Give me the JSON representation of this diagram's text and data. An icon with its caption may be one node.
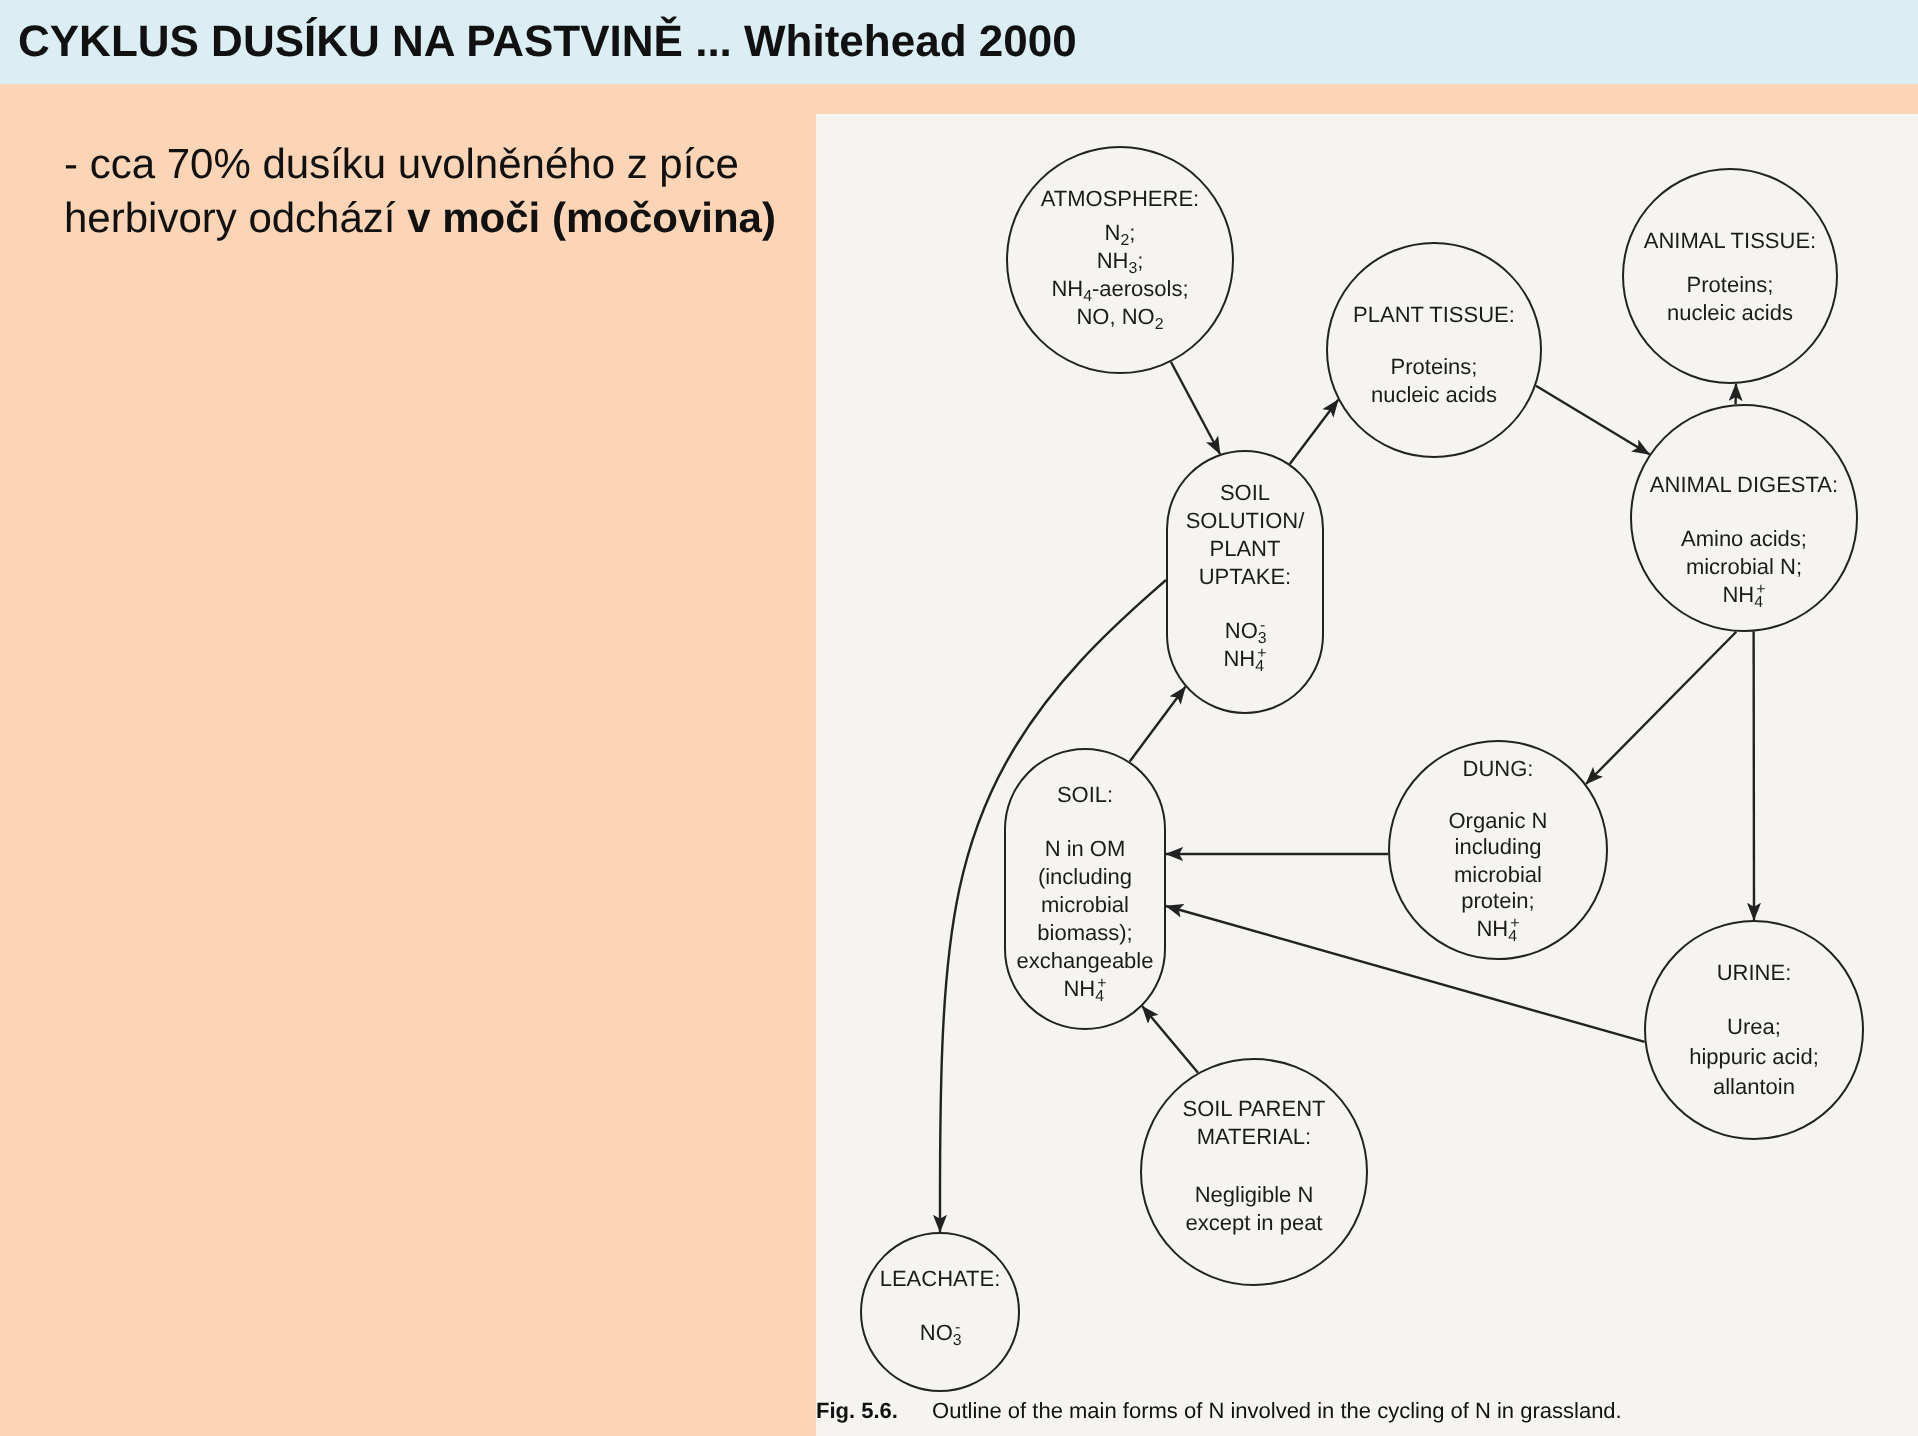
{
  "diagram": {
    "title": "CYKLUS DUSÍKU NA PASTVINĚ ... Whitehead 2000",
    "caption": "**Fig. 5.6.** Outline of the main forms of N involved in the cycling of N in grassland.",
    "nodes": [
      {
        "text": [
          "ATMOSPHERE:",
          "N$_{2}$; NH$_{3}$; NH$_{4}$-aerosols; NO, NO$_{2}$"
        ]
      },
      {
        "text": [
          "PLANT TISSUE:",
          "Proteins; nucleic acids"
        ]
      },
      {
        "text": [
          "ANIMAL TISSUE:",
          "Proteins; nucleic acids"
        ]
      },
      {
        "text": [
          "SOIL SOLUTION/ PLANT UPTAKE:",
          "NO$_{3}$$^{-}$ NH$_{4}$$^{+}$"
        ]
      },
      {
        "text": [
          "ANIMAL DIGESTA:",
          "Amino acids; microbial N; NH$_{4}$$^{+}$"
        ]
      },
      {
        "text": [
          "SOIL:",
          "N in OM (including microbial biomass); exchangeable NH$_{4}$$^{+}$"
        ]
      },
      {
        "text": [
          "DUNG:",
          "Organic N including microbial protein; NH$_{4}$$^{+}$"
        ]
      },
      {
        "text": [
          "URINE:",
          "Urea; hippuric acid; allantoin"
        ]
      },
      {
        "text": [
          "SOIL PARENT MATERIAL:",
          "Negligible N except in peat"
        ]
      },
      {
        "text": [
          "LEACHATE:",
          "NO$_{3}$$^{-}$"
        ]
      }
    ],
    "edges": [
      {
        "from": 0,
        "to": 3,
        "arrow": "to"
      },
      {
        "from": 3,
        "to": 1,
        "arrow": "to"
      },
      {
        "from": 1,
        "to": 4,
        "arrow": "to"
      },
      {
        "from": 4,
        "to": 2,
        "arrow": "to"
      },
      {
        "from": 4,
        "to": 6,
        "arrow": "to"
      },
      {
        "from": 4,
        "to": 7,
        "arrow": "to"
      },
      {
        "from": 6,
        "to": 5,
        "arrow": "to"
      },
      {
        "from": 7,
        "to": 5,
        "arrow": "to"
      },
      {
        "from": 5,
        "to": 3,
        "arrow": "to"
      },
      {
        "from": 8,
        "to": 5,
        "arrow": "to"
      },
      {
        "from": 3,
        "to": 9,
        "arrow": "to"
      }
    ],
    "labels": [
      "- cca 70% dusíku uvolněného z píce herbivory odchází **v moči (močovina)**"
    ]
  }
}
